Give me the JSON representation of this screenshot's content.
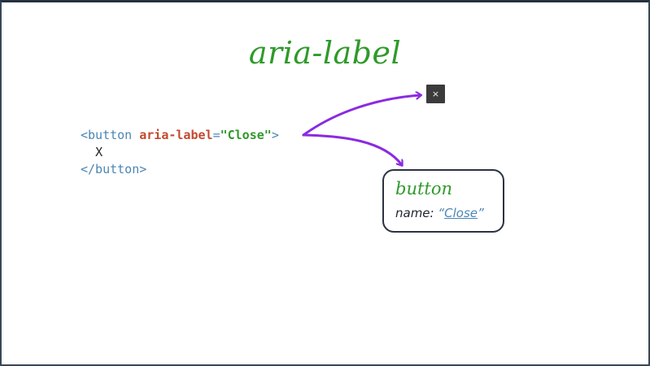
{
  "title": "aria-label",
  "code": {
    "open_tag_start": "<button ",
    "attr_name": "aria-label",
    "equals": "=",
    "attr_value": "\"Close\"",
    "open_tag_end": ">",
    "inner_text": "X",
    "close_tag": "</button>"
  },
  "rendered_button": {
    "glyph": "×"
  },
  "accessibility_tree": {
    "role": "button",
    "name_label": "name:",
    "open_quote": "“",
    "name_value": "Close",
    "close_quote": "”"
  },
  "colors": {
    "title_green": "#2f9a2a",
    "tag_blue": "#4b86b4",
    "attr_red": "#c24a2f",
    "arrow_purple": "#8a2be2",
    "box_border": "#2b3340"
  }
}
